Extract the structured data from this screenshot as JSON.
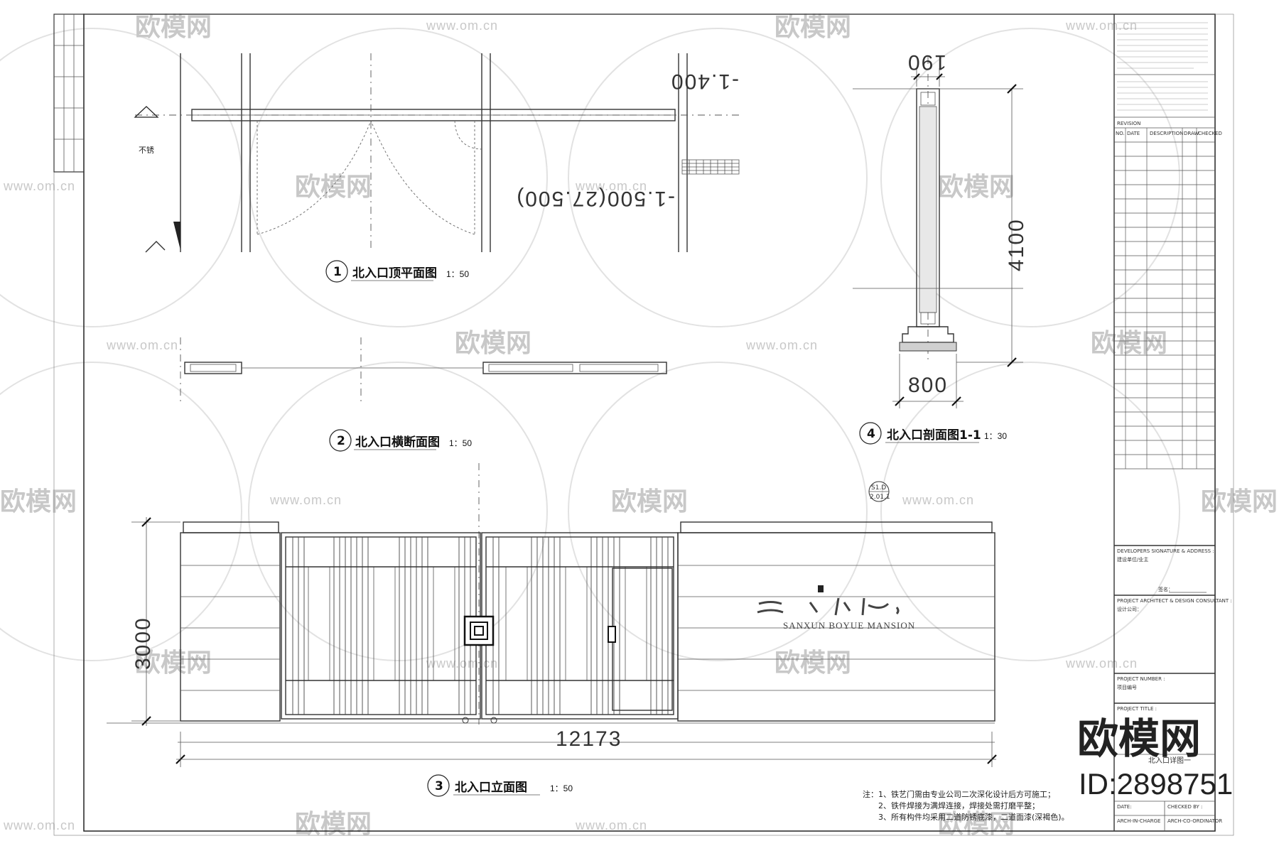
{
  "watermark": {
    "text": "欧模网",
    "url": "www.om.cn"
  },
  "views": [
    {
      "num": "1",
      "title": "北入口顶平面图",
      "scale": "1：50"
    },
    {
      "num": "2",
      "title": "北入口横断面图",
      "scale": "1：50"
    },
    {
      "num": "3",
      "title": "北入口立面图",
      "scale": "1：50"
    },
    {
      "num": "4",
      "title": "北入口剖面图1-1",
      "scale": "1：30"
    }
  ],
  "plan_labels": {
    "elev_a": "-1.400",
    "elev_b": "-1.500(27.500)",
    "side_note": "不锈"
  },
  "dimensions": {
    "width_total": "12173",
    "height": "3000",
    "section_height": "4100",
    "section_base": "800",
    "section_top": "190"
  },
  "section_marker": {
    "top": "S1.D",
    "bottom": "2.01.1"
  },
  "sign_text": "SANXUN BOYUE MANSION",
  "notes": {
    "prefix": "注：",
    "items": [
      "1、铁艺门需由专业公司二次深化设计后方可施工；",
      "2、铁件焊接为满焊连接，焊接处需打磨平整；",
      "3、所有构件均采用二道防锈底漆，二道面漆(深褐色)。"
    ]
  },
  "title_block": {
    "revision": "REVISION",
    "rev_headers": [
      "NO.",
      "DATE",
      "DESCRIPTION",
      "DRAW",
      "CHECKED"
    ],
    "developer": "DEVELOPERS SIGNATURE & ADDRESS :",
    "developer_cn": "建设单位/业主",
    "signature": "签名：",
    "architect": "PROJECT ARCHITECT & DESIGN CONSULTANT :",
    "architect_cn": "设计公司：",
    "project_number": "PROJECT NUMBER :",
    "project_number_cn": "项目编号",
    "project_title": "PROJECT TITLE :",
    "drawing_title_cn": "北入口详图一",
    "date": "DATE:",
    "checked_by": "CHECKED BY :",
    "arch_in_charge": "ARCH-IN-CHARGE",
    "arch_coordinator": "ARCH-CO-ORDINATOR"
  },
  "brand": {
    "name": "欧模网",
    "id": "ID:2898751"
  }
}
